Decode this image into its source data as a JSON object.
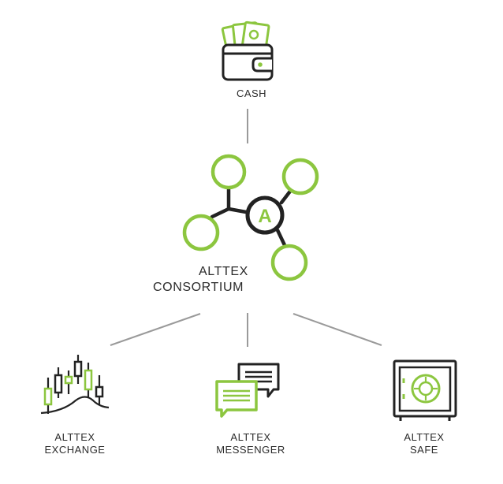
{
  "nodes": {
    "cash": {
      "label": "CASH"
    },
    "consortium": {
      "line1": "ALTTEX",
      "line2": "CONSORTIUM",
      "hub_letter": "A"
    },
    "exchange": {
      "line1": "ALTTEX",
      "line2": "EXCHANGE"
    },
    "messenger": {
      "line1": "ALTTEX",
      "line2": "MESSENGER"
    },
    "safe": {
      "line1": "ALTTEX",
      "line2": "SAFE"
    }
  },
  "colors": {
    "accent_green": "#8cc63f",
    "stroke_dark": "#222222",
    "connector_gray": "#9a9a9a",
    "text": "#2b2b2b"
  },
  "icons": {
    "cash": "wallet-with-bills-icon",
    "consortium": "network-hub-icon",
    "exchange": "candlestick-chart-icon",
    "messenger": "chat-bubbles-icon",
    "safe": "vault-safe-icon"
  }
}
